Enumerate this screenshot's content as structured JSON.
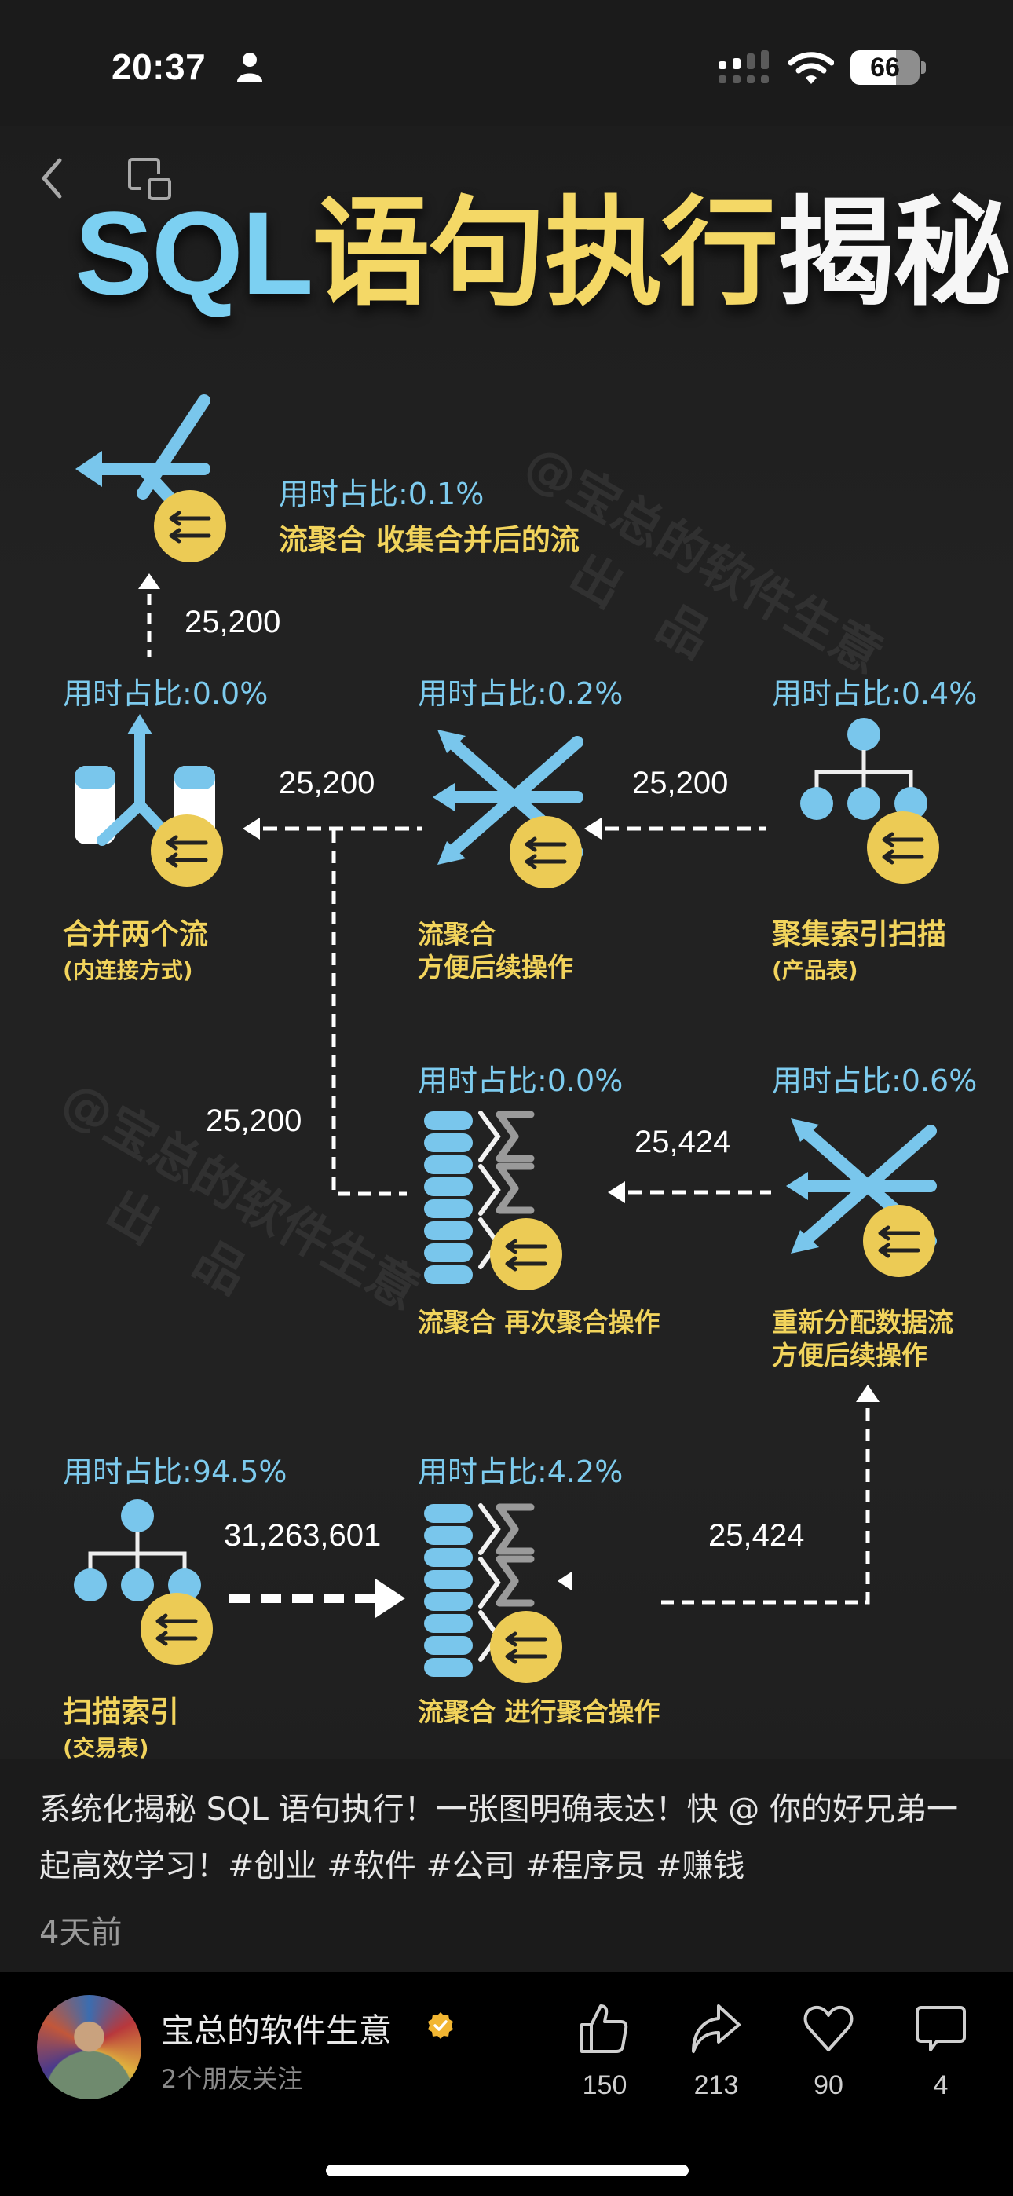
{
  "status_bar": {
    "time": "20:37",
    "person_icon": "person-icon",
    "signal_icon": "cellular-signal-icon",
    "wifi_icon": "wifi-icon",
    "battery_level": "66"
  },
  "nav": {
    "back_icon": "chevron-left-icon",
    "screen_icon": "multi-device-icon"
  },
  "poster": {
    "title": {
      "part1": "SQL",
      "part2": "语句执行",
      "part3": "揭秘"
    },
    "watermark_line1": "@宝总的软件生意",
    "watermark_line2": "出　品",
    "nodes": [
      {
        "id": "stream-aggregate-final",
        "pct": "用时占比:0.1%",
        "name": "流聚合 收集合并后的流",
        "sub": ""
      },
      {
        "id": "merge-join",
        "pct": "用时占比:0.0%",
        "name": "合并两个流",
        "sub": "(内连接方式)"
      },
      {
        "id": "stream-aggregate-reorg",
        "pct": "用时占比:0.2%",
        "name": "流聚合",
        "sub": "方便后续操作"
      },
      {
        "id": "clustered-index-scan",
        "pct": "用时占比:0.4%",
        "name": "聚集索引扫描",
        "sub": "(产品表)"
      },
      {
        "id": "stream-aggregate-again",
        "pct": "用时占比:0.0%",
        "name": "流聚合 再次聚合操作",
        "sub": ""
      },
      {
        "id": "repartition-streams",
        "pct": "用时占比:0.6%",
        "name": "重新分配数据流",
        "sub": "方便后续操作"
      },
      {
        "id": "index-scan",
        "pct": "用时占比:94.5%",
        "name": "扫描索引",
        "sub": "(交易表)"
      },
      {
        "id": "stream-aggregate-first",
        "pct": "用时占比:4.2%",
        "name": "流聚合 进行聚合操作",
        "sub": ""
      }
    ],
    "edges": [
      {
        "from": "merge-join",
        "to": "stream-aggregate-final",
        "rows": "25,200"
      },
      {
        "from": "stream-aggregate-reorg",
        "to": "merge-join",
        "rows": "25,200"
      },
      {
        "from": "clustered-index-scan",
        "to": "stream-aggregate-reorg",
        "rows": "25,200"
      },
      {
        "from": "stream-aggregate-again",
        "to": "merge-join",
        "rows": "25,200"
      },
      {
        "from": "repartition-streams",
        "to": "stream-aggregate-again",
        "rows": "25,424"
      },
      {
        "from": "index-scan",
        "to": "stream-aggregate-first",
        "rows": "31,263,601"
      },
      {
        "from": "stream-aggregate-first",
        "to": "repartition-streams",
        "rows": "25,424"
      }
    ]
  },
  "post": {
    "caption": "系统化揭秘 SQL 语句执行！一张图明确表达！快 @ 你的好兄弟一起高效学习！#创业 #软件 #公司 #程序员 #赚钱",
    "time_ago": "4天前"
  },
  "footer": {
    "author": "宝总的软件生意",
    "verified_icon": "verified-badge-icon",
    "followers": "2个朋友关注",
    "actions": [
      {
        "icon": "thumbs-up-icon",
        "count": "150"
      },
      {
        "icon": "share-icon",
        "count": "213"
      },
      {
        "icon": "heart-icon",
        "count": "90"
      },
      {
        "icon": "comment-icon",
        "count": "4"
      }
    ]
  },
  "colors": {
    "background": "#1b1b1b",
    "accent_blue": "#7dcbee",
    "accent_yellow": "#f2d45c",
    "footer_bg": "#000000"
  }
}
